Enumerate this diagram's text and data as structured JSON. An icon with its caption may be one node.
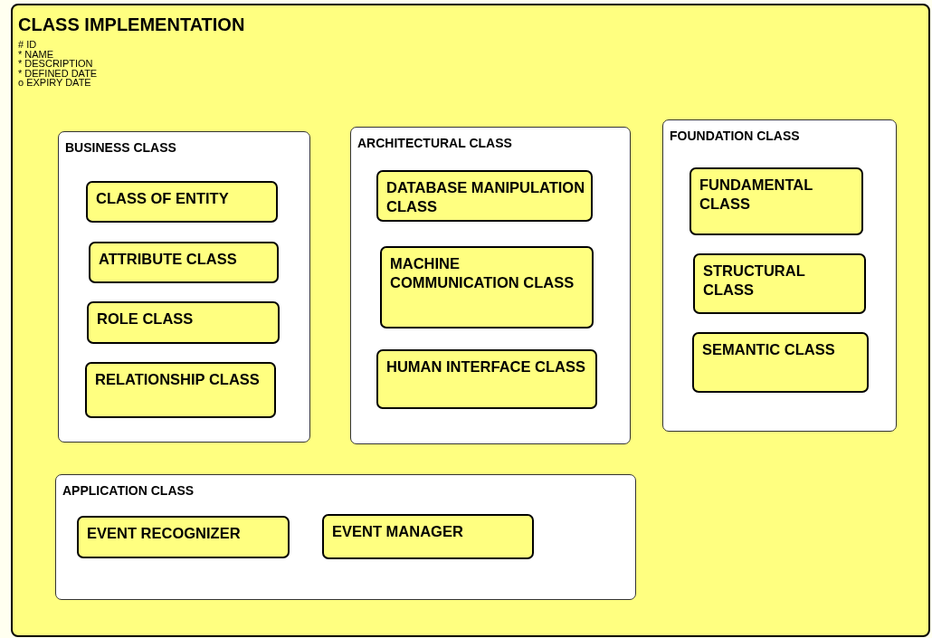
{
  "diagram": {
    "nodes": [
      {
        "text": [
          "CLASS IMPLEMENTATION",
          "# ID",
          "* NAME",
          "* DESCRIPTION",
          "* DEFINED DATE",
          "o EXPIRY DATE"
        ]
      },
      {
        "text": [
          "BUSINESS CLASS"
        ],
        "in": 0
      },
      {
        "text": [
          "CLASS OF ENTITY"
        ],
        "in": 1
      },
      {
        "text": [
          "ATTRIBUTE CLASS"
        ],
        "in": 1
      },
      {
        "text": [
          "ROLE CLASS"
        ],
        "in": 1
      },
      {
        "text": [
          "RELATIONSHIP CLASS"
        ],
        "in": 1
      },
      {
        "text": [
          "ARCHITECTURAL CLASS"
        ],
        "in": 0
      },
      {
        "text": [
          "DATABASE MANIPULATION CLASS"
        ],
        "in": 6
      },
      {
        "text": [
          "MACHINE COMMUNICATION CLASS"
        ],
        "in": 6
      },
      {
        "text": [
          "HUMAN INTERFACE CLASS"
        ],
        "in": 6
      },
      {
        "text": [
          "FOUNDATION CLASS"
        ],
        "in": 0
      },
      {
        "text": [
          "FUNDAMENTAL CLASS"
        ],
        "in": 10
      },
      {
        "text": [
          "STRUCTURAL CLASS"
        ],
        "in": 10
      },
      {
        "text": [
          "SEMANTIC CLASS"
        ],
        "in": 10
      },
      {
        "text": [
          "APPLICATION CLASS"
        ],
        "in": 0
      },
      {
        "text": [
          "EVENT RECOGNIZER"
        ],
        "in": 14
      },
      {
        "text": [
          "EVENT MANAGER"
        ],
        "in": 14
      }
    ]
  }
}
